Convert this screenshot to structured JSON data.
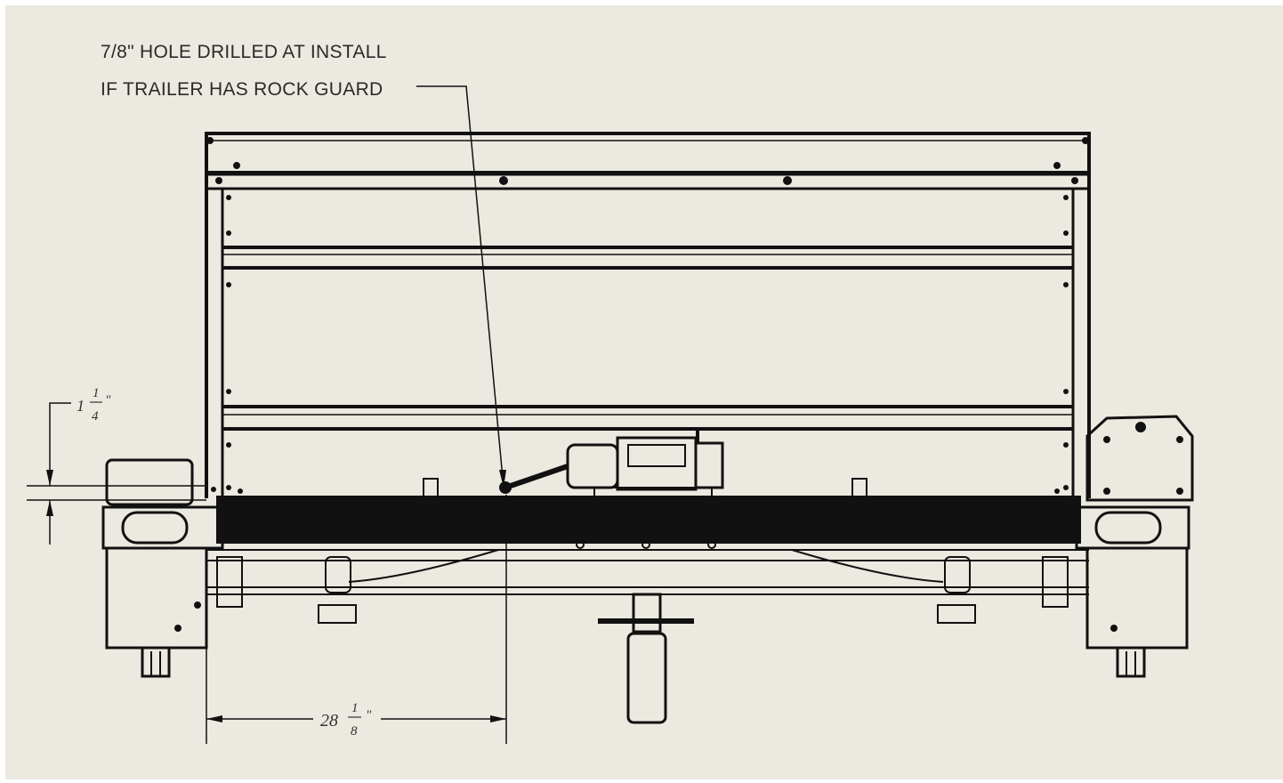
{
  "annotation": {
    "line1": "7/8\" HOLE DRILLED AT INSTALL",
    "line2": "IF TRAILER HAS ROCK GUARD"
  },
  "dimensions": {
    "vertical": {
      "whole": "1",
      "numerator": "1",
      "denominator": "4",
      "unit": "\""
    },
    "horizontal": {
      "whole": "28",
      "numerator": "1",
      "denominator": "8",
      "unit": "\""
    }
  },
  "colors": {
    "background": "#ebe9e0",
    "line": "#111111",
    "text": "#2a2a2a"
  }
}
